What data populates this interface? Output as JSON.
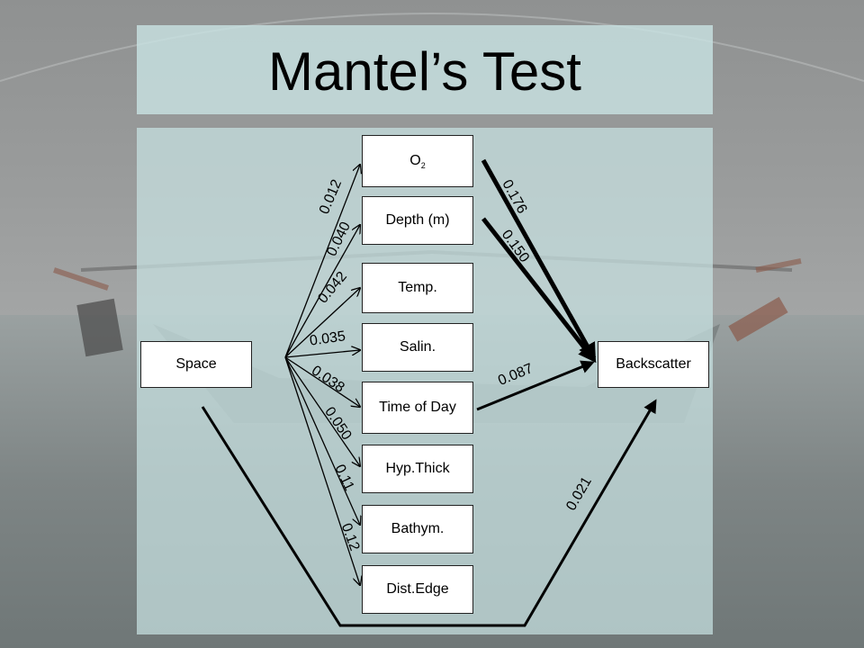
{
  "slide": {
    "title": "Mantel’s Test"
  },
  "diagram": {
    "source_node": "Space",
    "target_node": "Backscatter",
    "middle_nodes": [
      {
        "key": "o2",
        "label": "O",
        "subscript": "2"
      },
      {
        "key": "depth",
        "label": "Depth (m)"
      },
      {
        "key": "temp",
        "label": "Temp."
      },
      {
        "key": "salin",
        "label": "Salin."
      },
      {
        "key": "time",
        "label": "Time of Day"
      },
      {
        "key": "hyp",
        "label": "Hyp.Thick"
      },
      {
        "key": "bathym",
        "label": "Bathym."
      },
      {
        "key": "dist",
        "label": "Dist.Edge"
      }
    ],
    "space_to_variable": [
      {
        "to": "o2",
        "value": "0.012"
      },
      {
        "to": "depth",
        "value": "0.040"
      },
      {
        "to": "temp",
        "value": "0.042"
      },
      {
        "to": "salin",
        "value": "0.035"
      },
      {
        "to": "time",
        "value": "0.038"
      },
      {
        "to": "hyp",
        "value": "0.050"
      },
      {
        "to": "bathym",
        "value": "0.11"
      },
      {
        "to": "dist",
        "value": "0.12"
      }
    ],
    "variable_to_backscatter": [
      {
        "from": "o2",
        "value": "0.176",
        "weight": "thick"
      },
      {
        "from": "depth",
        "value": "0.150",
        "weight": "thick"
      },
      {
        "from": "time",
        "value": "0.087",
        "weight": "medium"
      }
    ],
    "space_to_backscatter": {
      "value": "0.021"
    }
  }
}
